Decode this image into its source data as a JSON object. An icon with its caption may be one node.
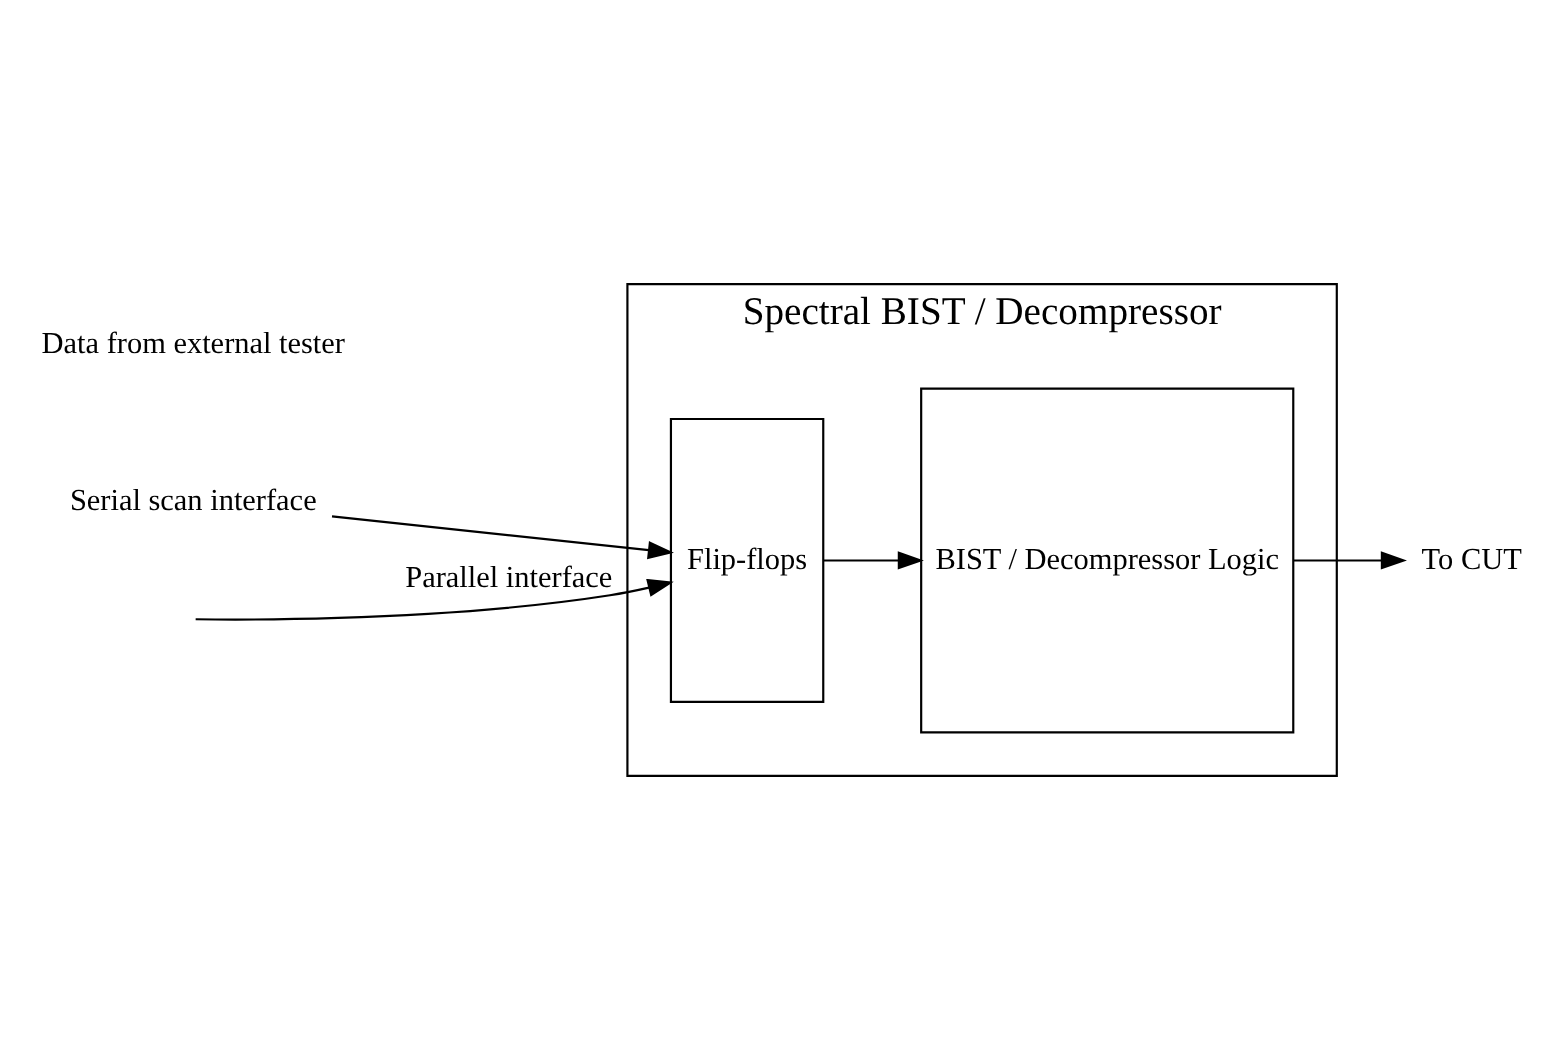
{
  "diagram": {
    "nodes": [
      {
        "text": [
          "Spectral BIST / Decompressor"
        ]
      },
      {
        "text": [
          "Flip-flops"
        ],
        "in": 0
      },
      {
        "text": [
          "BIST / Decompressor Logic"
        ],
        "in": 0
      },
      {
        "text": [
          "Serial scan interface"
        ]
      },
      {
        "text": [
          "To CUT"
        ]
      }
    ],
    "edges": [
      {
        "from": null,
        "to": 1,
        "arrow": "to",
        "label": "Parallel interface"
      },
      {
        "from": 3,
        "to": 1,
        "arrow": "to"
      },
      {
        "from": 1,
        "to": 2,
        "arrow": "to"
      },
      {
        "from": 2,
        "to": 4,
        "arrow": "to"
      }
    ],
    "labels": [
      "Data from external tester"
    ]
  }
}
